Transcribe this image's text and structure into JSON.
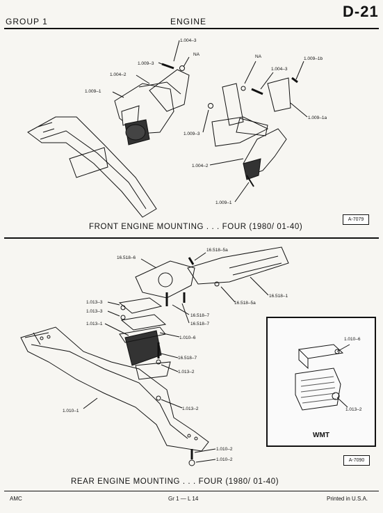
{
  "header": {
    "group": "GROUP 1",
    "section": "ENGINE",
    "page_code": "D-21"
  },
  "figure1": {
    "caption": "FRONT ENGINE MOUNTING . . . FOUR (1980/ 01-40)",
    "ref": "A-7079",
    "callouts": {
      "c1004_3": "1.004–3",
      "na1": "NA",
      "c1009_3": "1.009–3",
      "c1004_2": "1.004–2",
      "c1009_1": "1.009–1",
      "na2": "NA",
      "c1004_3b": "1.004–3",
      "c1009_1b": "1.009–1b",
      "c1009_1a": "1.009–1a",
      "c1009_3b": "1.009–3",
      "c1004_2b": "1.004–2",
      "c1009_1c": "1.009–1"
    }
  },
  "figure2": {
    "caption": "REAR ENGINE MOUNTING . . . FOUR (1980/ 01-40)",
    "ref": "A-7090",
    "inset_label": "WMT",
    "callouts": {
      "c16518_5a": "16.518–5a",
      "c16518_6": "16.518–6",
      "c16518_1": "16.518–1",
      "c16518_5a_b": "16.518–5a",
      "c1013_3": "1.013–3",
      "c1013_3b": "1.013–3",
      "c1013_1": "1.013–1",
      "c16518_7a": "16.518–7",
      "c16518_7b": "16.518–7",
      "c1010_6": "1.010–6",
      "c16518_7c": "16.518–7",
      "c1013_2": "1.013–2",
      "c1010_1": "1.010–1",
      "c1013_2b": "1.013–2",
      "c1010_2": "1.010–2",
      "c1010_2b": "1.010–2",
      "inset_1010_6": "1.010–6",
      "inset_1013_2": "1.013–2"
    }
  },
  "footer": {
    "left": "AMC",
    "center": "Gr  1 — L  14",
    "right": "Printed  in  U.S.A."
  }
}
